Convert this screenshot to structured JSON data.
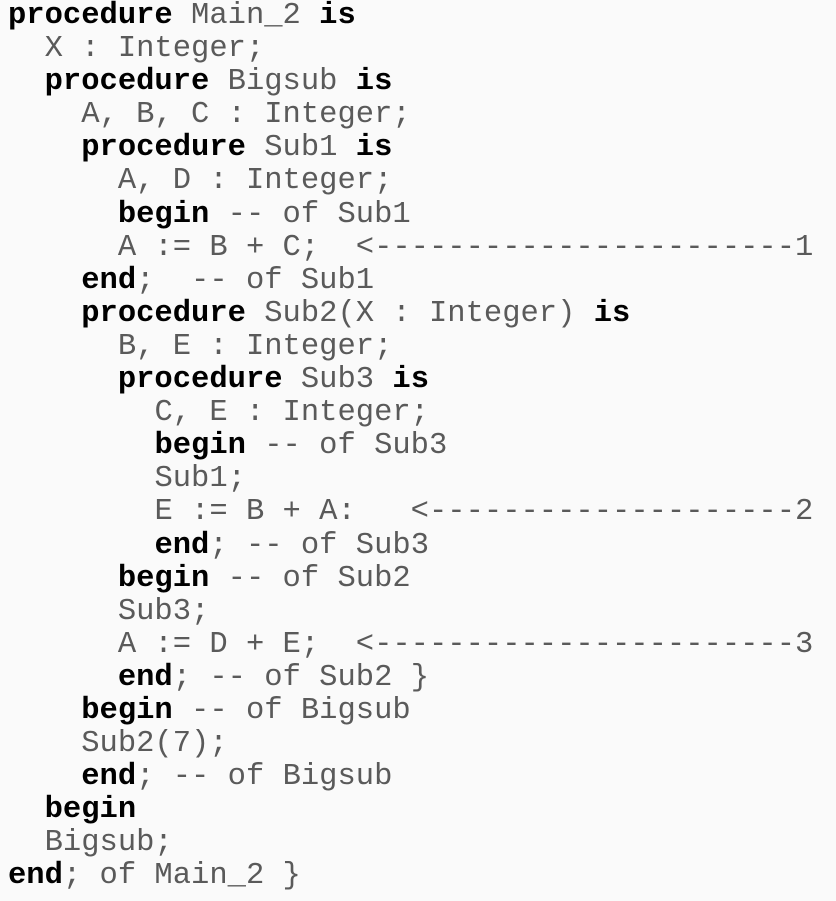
{
  "code_lines": [
    {
      "indent": 0,
      "segments": [
        {
          "type": "kw",
          "text": "procedure"
        },
        {
          "type": "txt",
          "text": " Main_2 "
        },
        {
          "type": "kw",
          "text": "is"
        }
      ]
    },
    {
      "indent": 1,
      "segments": [
        {
          "type": "txt",
          "text": "X : Integer;"
        }
      ]
    },
    {
      "indent": 1,
      "segments": [
        {
          "type": "kw",
          "text": "procedure"
        },
        {
          "type": "txt",
          "text": " Bigsub "
        },
        {
          "type": "kw",
          "text": "is"
        }
      ]
    },
    {
      "indent": 2,
      "segments": [
        {
          "type": "txt",
          "text": "A, B, C : Integer;"
        }
      ]
    },
    {
      "indent": 2,
      "segments": [
        {
          "type": "kw",
          "text": "procedure"
        },
        {
          "type": "txt",
          "text": " Sub1 "
        },
        {
          "type": "kw",
          "text": "is"
        }
      ]
    },
    {
      "indent": 3,
      "segments": [
        {
          "type": "txt",
          "text": "A, D : Integer;"
        }
      ]
    },
    {
      "indent": 3,
      "segments": [
        {
          "type": "kw",
          "text": "begin"
        },
        {
          "type": "txt",
          "text": " -- of Sub1"
        }
      ]
    },
    {
      "indent": 3,
      "segments": [
        {
          "type": "txt",
          "text": "A := B + C;  <-----------------------1"
        }
      ]
    },
    {
      "indent": 2,
      "segments": [
        {
          "type": "kw",
          "text": "end"
        },
        {
          "type": "txt",
          "text": ";  -- of Sub1"
        }
      ]
    },
    {
      "indent": 2,
      "segments": [
        {
          "type": "kw",
          "text": "procedure"
        },
        {
          "type": "txt",
          "text": " Sub2(X : Integer) "
        },
        {
          "type": "kw",
          "text": "is"
        }
      ]
    },
    {
      "indent": 3,
      "segments": [
        {
          "type": "txt",
          "text": "B, E : Integer;"
        }
      ]
    },
    {
      "indent": 3,
      "segments": [
        {
          "type": "kw",
          "text": "procedure"
        },
        {
          "type": "txt",
          "text": " Sub3 "
        },
        {
          "type": "kw",
          "text": "is"
        }
      ]
    },
    {
      "indent": 4,
      "segments": [
        {
          "type": "txt",
          "text": "C, E : Integer;"
        }
      ]
    },
    {
      "indent": 4,
      "segments": [
        {
          "type": "kw",
          "text": "begin"
        },
        {
          "type": "txt",
          "text": " -- of Sub3"
        }
      ]
    },
    {
      "indent": 4,
      "segments": [
        {
          "type": "txt",
          "text": "Sub1;"
        }
      ]
    },
    {
      "indent": 4,
      "segments": [
        {
          "type": "txt",
          "text": "E := B + A:   <--------------------2"
        }
      ]
    },
    {
      "indent": 4,
      "segments": [
        {
          "type": "kw",
          "text": "end"
        },
        {
          "type": "txt",
          "text": "; -- of Sub3"
        }
      ]
    },
    {
      "indent": 3,
      "segments": [
        {
          "type": "kw",
          "text": "begin"
        },
        {
          "type": "txt",
          "text": " -- of Sub2"
        }
      ]
    },
    {
      "indent": 3,
      "segments": [
        {
          "type": "txt",
          "text": "Sub3;"
        }
      ]
    },
    {
      "indent": 3,
      "segments": [
        {
          "type": "txt",
          "text": "A := D + E;  <-----------------------3"
        }
      ]
    },
    {
      "indent": 3,
      "segments": [
        {
          "type": "kw",
          "text": "end"
        },
        {
          "type": "txt",
          "text": "; -- of Sub2 }"
        }
      ]
    },
    {
      "indent": 2,
      "segments": [
        {
          "type": "kw",
          "text": "begin"
        },
        {
          "type": "txt",
          "text": " -- of Bigsub"
        }
      ]
    },
    {
      "indent": 2,
      "segments": [
        {
          "type": "txt",
          "text": "Sub2(7);"
        }
      ]
    },
    {
      "indent": 2,
      "segments": [
        {
          "type": "kw",
          "text": "end"
        },
        {
          "type": "txt",
          "text": "; -- of Bigsub"
        }
      ]
    },
    {
      "indent": 1,
      "segments": [
        {
          "type": "kw",
          "text": "begin"
        }
      ]
    },
    {
      "indent": 1,
      "segments": [
        {
          "type": "txt",
          "text": "Bigsub;"
        }
      ]
    },
    {
      "indent": 0,
      "segments": [
        {
          "type": "kw",
          "text": "end"
        },
        {
          "type": "txt",
          "text": "; of Main_2 }"
        }
      ]
    }
  ]
}
